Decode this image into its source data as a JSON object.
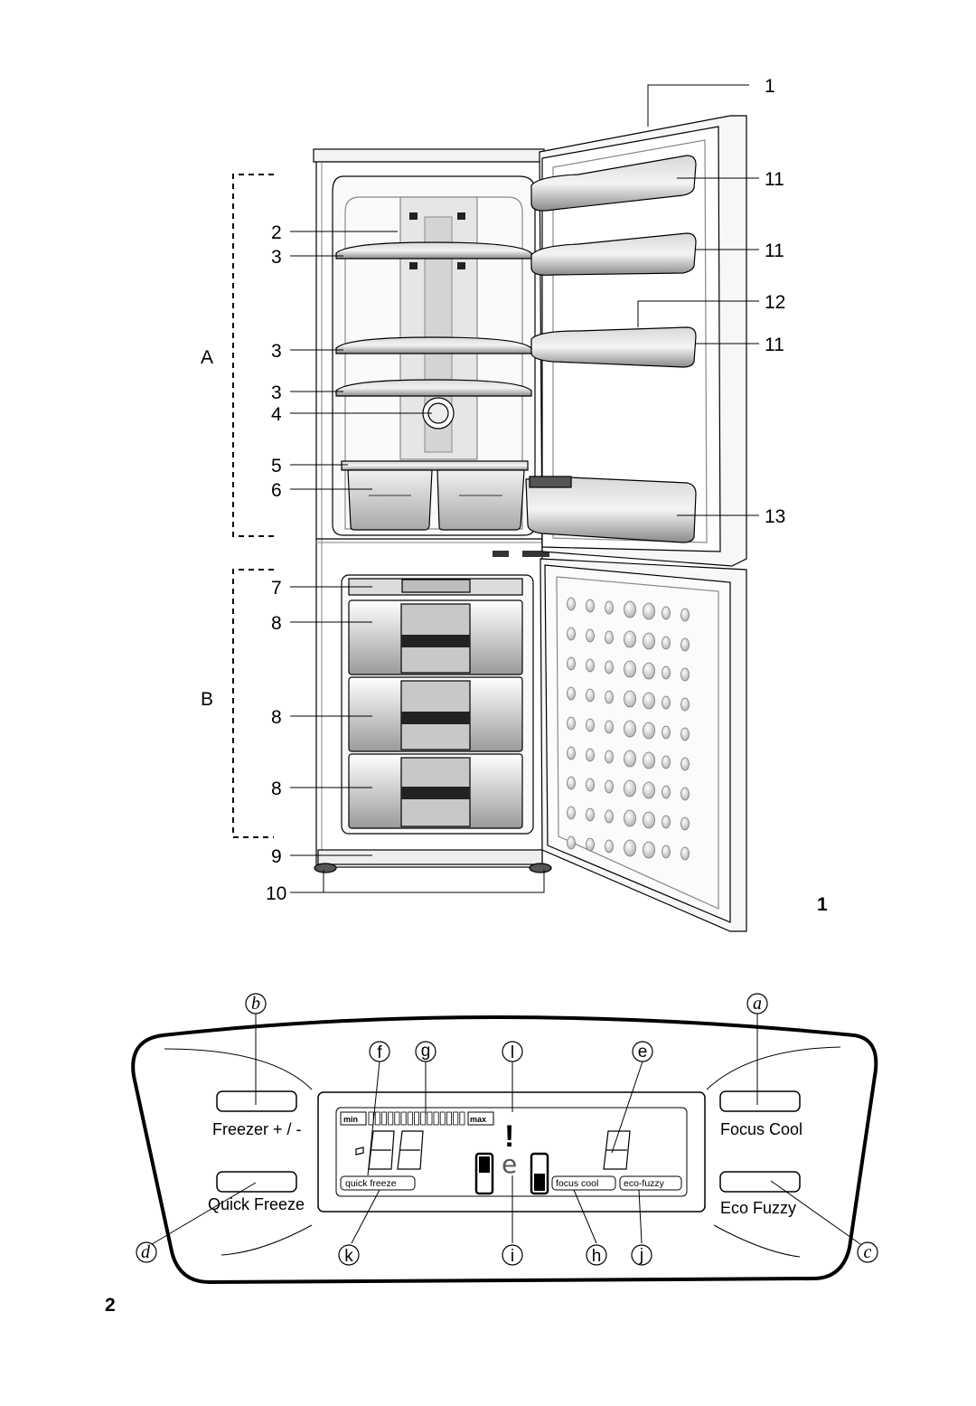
{
  "figure1": {
    "figure_number": "1",
    "section_labels": {
      "a": "A",
      "b": "B"
    },
    "callouts": {
      "c1": "1",
      "c2": "2",
      "c3a": "3",
      "c3b": "3",
      "c3c": "3",
      "c4": "4",
      "c5": "5",
      "c6": "6",
      "c7": "7",
      "c8a": "8",
      "c8b": "8",
      "c8c": "8",
      "c9": "9",
      "c10": "10",
      "c11a": "11",
      "c11b": "11",
      "c11c": "11",
      "c12": "12",
      "c13": "13"
    }
  },
  "figure2": {
    "figure_number": "2",
    "buttons": {
      "freezer": "Freezer + / -",
      "quick_freeze": "Quick Freeze",
      "focus_cool": "Focus Cool",
      "eco_fuzzy": "Eco Fuzzy"
    },
    "display": {
      "min": "min",
      "max": "max",
      "quick_freeze": "quick freeze",
      "focus_cool": "focus cool",
      "eco_fuzzy": "eco-fuzzy",
      "alert_symbol": "!",
      "eco_symbol": "e"
    },
    "letters": {
      "a": "a",
      "b": "b",
      "c": "c",
      "d": "d",
      "e": "e",
      "f": "f",
      "g": "g",
      "h": "h",
      "i": "i",
      "j": "j",
      "k": "k",
      "l": "l"
    }
  }
}
